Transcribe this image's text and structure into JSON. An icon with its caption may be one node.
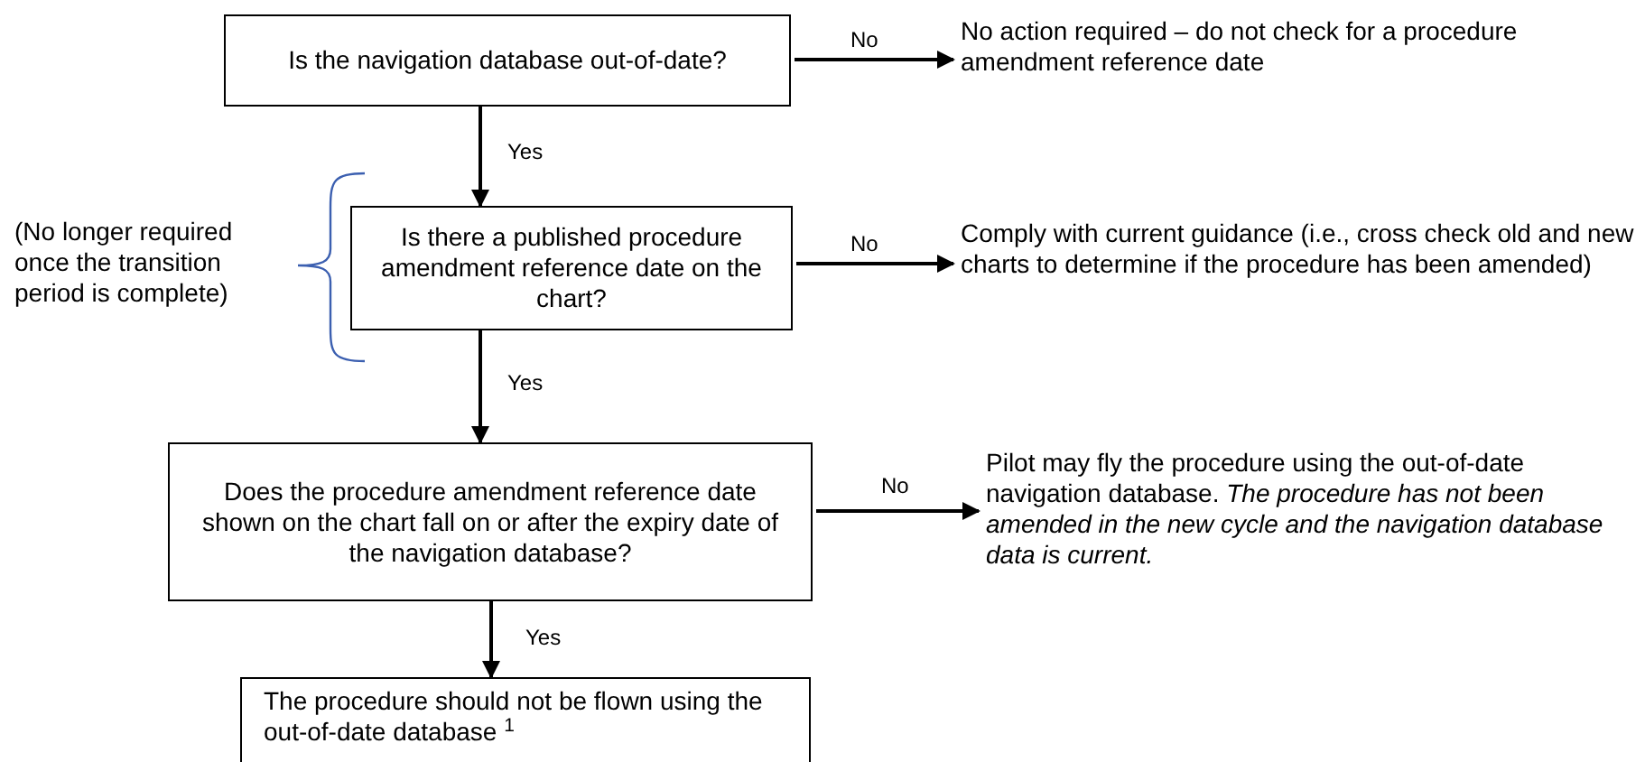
{
  "diagram": {
    "nodes": [
      {
        "text": [
          "Is the navigation database out-of-date?"
        ]
      },
      {
        "text": [
          "No action required – do not check for a procedure amendment reference date"
        ]
      },
      {
        "text": [
          "Is there a published procedure amendment reference date on the chart?"
        ]
      },
      {
        "text": [
          "Comply with current guidance (i.e., cross check old and new charts to determine if the procedure has been amended)"
        ]
      },
      {
        "text": [
          "Does the procedure amendment reference date shown on the chart fall on or after the expiry date of the navigation database?"
        ]
      },
      {
        "text": [
          "Pilot may fly the procedure using the out-of-date navigation database. *The procedure has not been amended in the new cycle and the navigation database data is current.*"
        ]
      },
      {
        "text": [
          "The procedure should not be flown using the out-of-date database $^{1}$"
        ]
      }
    ],
    "edges": [
      {
        "from": 0,
        "to": 1,
        "arrow": "to",
        "label": "No"
      },
      {
        "from": 0,
        "to": 2,
        "arrow": "to",
        "label": "Yes"
      },
      {
        "from": 2,
        "to": 3,
        "arrow": "to",
        "label": "No"
      },
      {
        "from": 2,
        "to": 4,
        "arrow": "to",
        "label": "Yes"
      },
      {
        "from": 4,
        "to": 5,
        "arrow": "to",
        "label": "No"
      },
      {
        "from": 4,
        "to": 6,
        "arrow": "to",
        "label": "Yes"
      }
    ],
    "labels": [
      "(No longer required once the transition period is complete)"
    ]
  }
}
